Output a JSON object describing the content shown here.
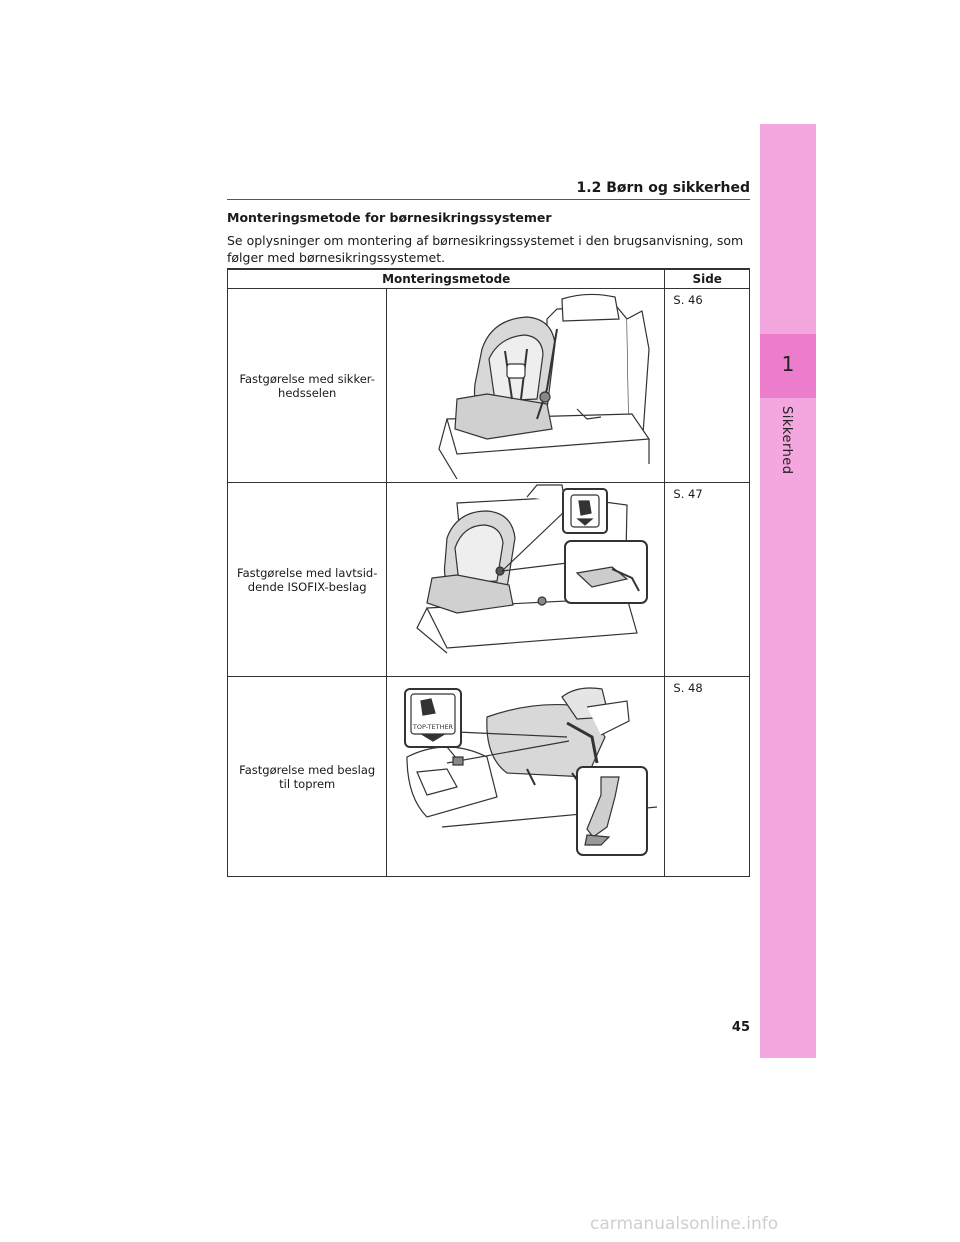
{
  "side_tab": {
    "chapter_number": "1",
    "chapter_label": "Sikkerhed"
  },
  "header": {
    "section": "1.2  Børn og sikkerhed"
  },
  "heading": "Monteringsmetode for børnesikringssystemer",
  "intro": "Se oplysninger om montering af børnesikringssystemet i den brugsanvisning, som følger med børnesikringssystemet.",
  "table": {
    "columns": [
      "Monteringsmetode",
      "Side"
    ],
    "rows": [
      {
        "method": "Fastgørelse med sikker-hedsselen",
        "page": "S. 46",
        "illustration": "child-seat-seatbelt-illustration"
      },
      {
        "method": "Fastgørelse med lavtsid-dende ISOFIX-beslag",
        "page": "S. 47",
        "illustration": "child-seat-isofix-illustration"
      },
      {
        "method": "Fastgørelse med beslag til toprem",
        "page": "S. 48",
        "illustration": "child-seat-top-tether-illustration"
      }
    ]
  },
  "illustration_labels": {
    "top_tether": "TOP-TETHER"
  },
  "page_number": "45",
  "watermark": "carmanualsonline.info",
  "colors": {
    "tab": "#f4a6de",
    "tab_active": "#ec7ccc"
  }
}
